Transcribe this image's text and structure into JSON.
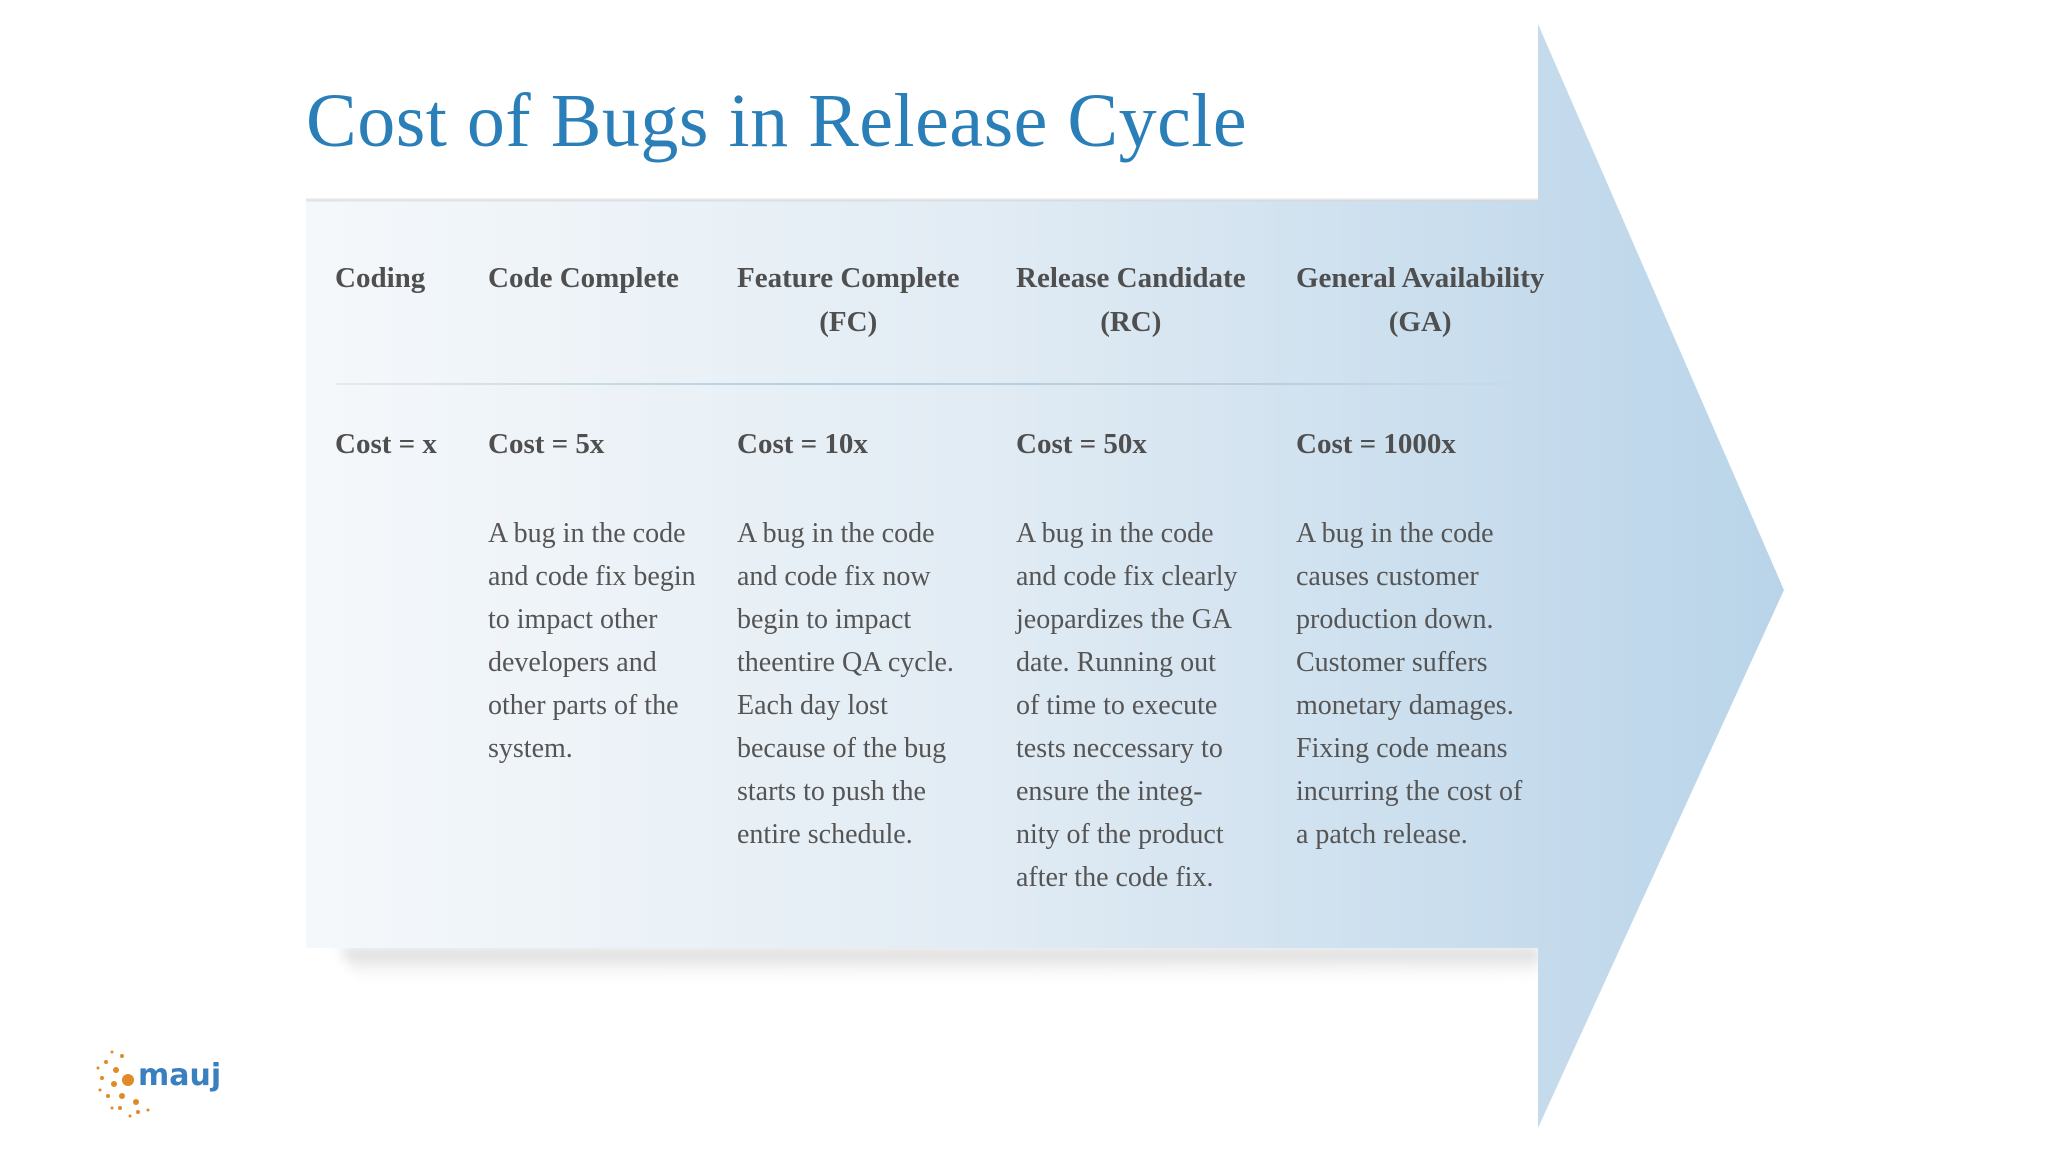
{
  "title": "Cost of Bugs in Release Cycle",
  "stages": [
    {
      "name": "Coding",
      "name_sub": "",
      "cost": "Cost = x",
      "desc": []
    },
    {
      "name": "Code Complete",
      "name_sub": "",
      "cost": "Cost = 5x",
      "desc": [
        "A bug in the code",
        "and code fix begin",
        "to impact other",
        "developers and",
        "other parts of the",
        "system."
      ]
    },
    {
      "name": "Feature Complete",
      "name_sub": "(FC)",
      "cost": "Cost = 10x",
      "desc": [
        "A bug in the code",
        "and code fix now",
        "begin to impact",
        "theentire QA cycle.",
        "Each day lost",
        "because of the bug",
        "starts to push the",
        "entire schedule."
      ]
    },
    {
      "name": "Release Candidate",
      "name_sub": "(RC)",
      "cost": "Cost = 50x",
      "desc": [
        "A bug in the code",
        "and code fix clearly",
        "jeopardizes the GA",
        "date. Running out",
        "of time to execute",
        "tests neccessary to",
        "ensure the integ-",
        "nity of the product",
        "after the code fix."
      ]
    },
    {
      "name": "General Availability",
      "name_sub": "(GA)",
      "cost": "Cost = 1000x",
      "desc": [
        "A bug in the code",
        "causes customer",
        "production down.",
        "Customer suffers",
        "monetary damages.",
        "Fixing code means",
        "incurring the cost of",
        "a patch release."
      ]
    }
  ],
  "logo": {
    "text": "mauj",
    "icon": "sunburst-logo-icon"
  },
  "colors": {
    "title": "#2a7fb8",
    "arrow_light": "#f4f8fb",
    "arrow_dark": "#bcd6ea",
    "text": "#4f4f4f"
  }
}
